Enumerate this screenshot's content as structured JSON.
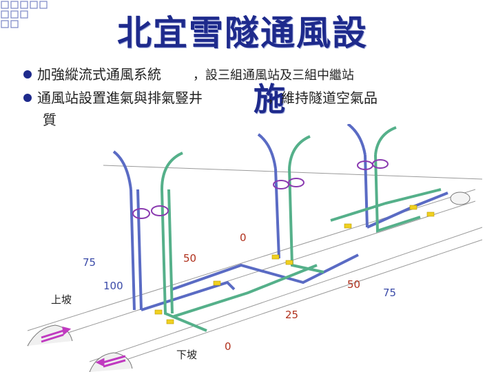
{
  "slide": {
    "title": "北宜雪隧通風設",
    "title_tail": "施",
    "bullets": [
      {
        "text_a": "加強縱流式通風系統",
        "text_b": "，設三組通風站及三組中繼站"
      },
      {
        "text_a": "通風站設置進氣與排氣豎井",
        "text_b": "，維持隧道空氣品"
      }
    ],
    "bullet_continuation": "質"
  },
  "diagram": {
    "values": {
      "v0_top": "0",
      "v75_left": "75",
      "v50_left": "50",
      "v100": "100",
      "v50_right": "50",
      "v75_right": "75",
      "v25": "25",
      "v0_bottom": "0"
    },
    "labels": {
      "uphill": "上坡",
      "downhill": "下坡"
    }
  },
  "colors": {
    "title": "#1e2a8c",
    "shaft_blue": "#5a6bc4",
    "shaft_green": "#55b08a",
    "fan_purple": "#8a3ab0",
    "value_blue": "#3a4aa8",
    "value_red": "#b0301c"
  }
}
